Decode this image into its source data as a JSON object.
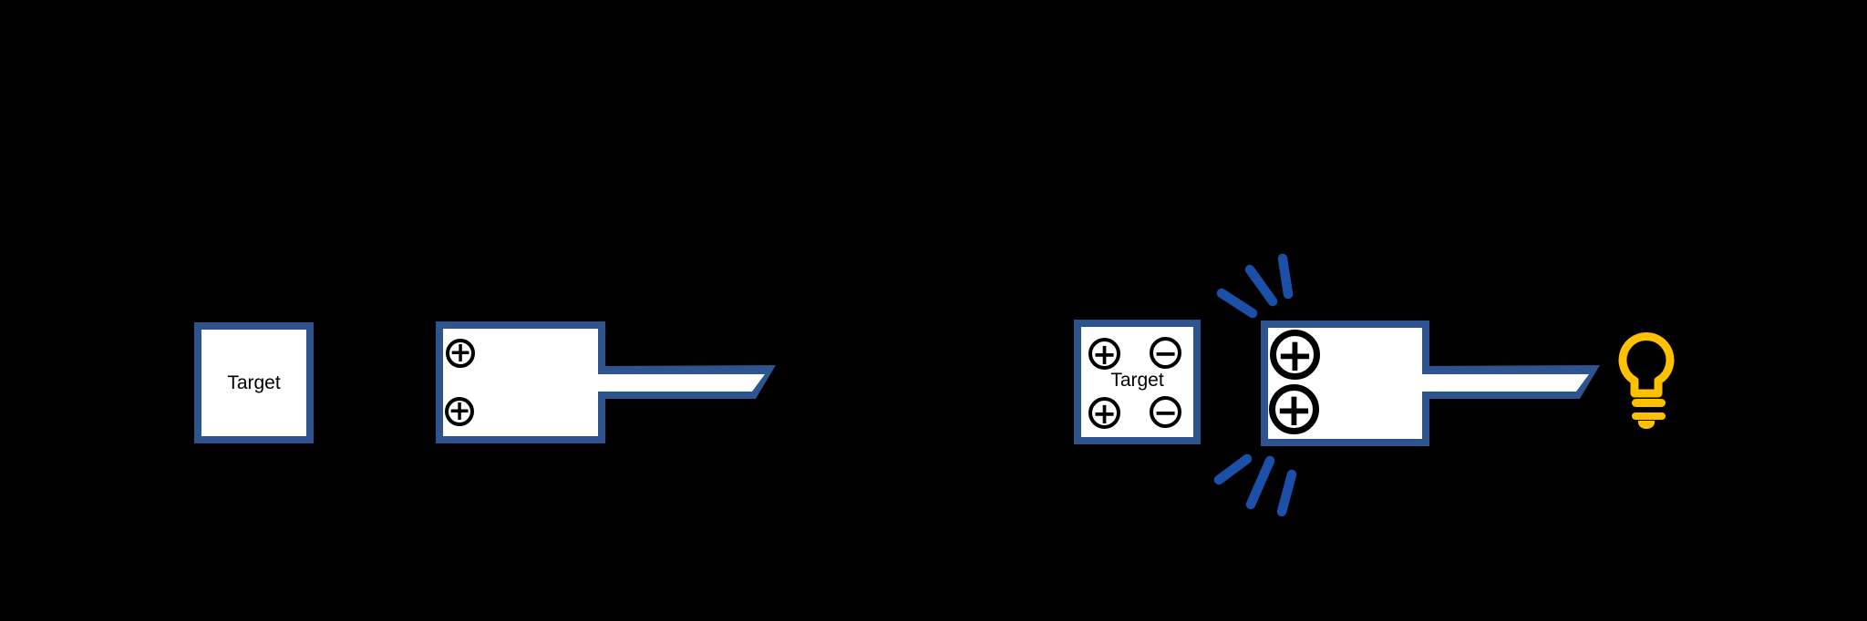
{
  "canvas": {
    "background": "#000000"
  },
  "colors": {
    "box_border_blue": "#2E5490",
    "spark_blue": "#1C4FA8",
    "bulb_gold": "#FFC000",
    "box_fill": "#FFFFFF",
    "charge_black": "#000000"
  },
  "panels": {
    "before": {
      "target_box": {
        "label": "Target"
      },
      "sensor_box": {
        "charges": [
          "+",
          "+"
        ]
      }
    },
    "after": {
      "target_box": {
        "label": "Target",
        "charges": [
          "+",
          "−",
          "+",
          "−"
        ]
      },
      "sensor_box": {
        "charges": [
          "+",
          "+"
        ]
      }
    }
  },
  "icons": {
    "wand": "pointer-wand",
    "spark": "contact-spark",
    "bulb": "lightbulb"
  }
}
